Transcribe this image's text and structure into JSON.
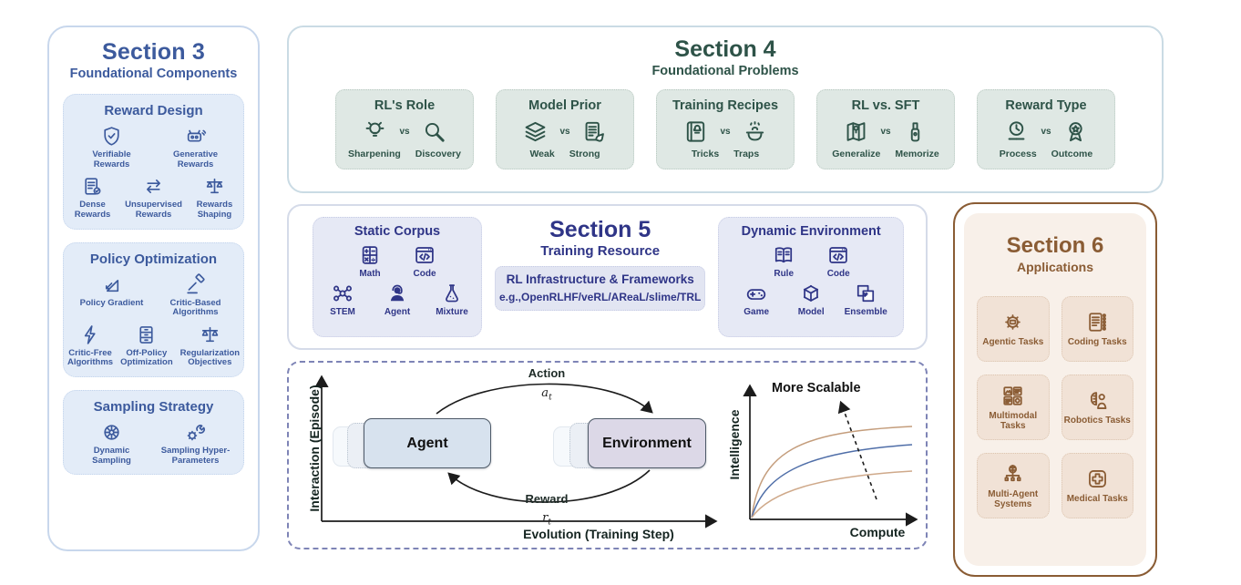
{
  "colors": {
    "section3_accent": "#3c5a9d",
    "section3_box_bg": "#e3ecf8",
    "section3_border": "#c8d7ec",
    "section4_accent": "#2e5348",
    "section4_card_bg": "#dfe8e4",
    "section4_border": "#cadbe4",
    "section5_accent": "#2f3587",
    "section5_box_bg": "#e6e9f5",
    "section5_border": "#d5dbe9",
    "section6_accent": "#8a5c34",
    "section6_inner_bg": "#f8f0e9",
    "section6_card_bg": "#f1e2d6",
    "dashed_border": "#7e84b6",
    "agent_box_bg": "#d7e2ee",
    "environment_box_bg": "#dcd8e7",
    "curve_top": "#c49d7c",
    "curve_middle": "#4f6ea8",
    "curve_bottom": "#cfa98a"
  },
  "s3": {
    "title": "Section 3",
    "subtitle": "Foundational Components",
    "groups": [
      {
        "title": "Reward Design",
        "rows": [
          [
            {
              "icon": "shield-check-icon",
              "label": "Verifiable Rewards"
            },
            {
              "icon": "robot-icon",
              "label": "Generative Rewards"
            }
          ],
          [
            {
              "icon": "doc-check-icon",
              "label": "Dense Rewards"
            },
            {
              "icon": "swap-arrows-icon",
              "label": "Unsupervised Rewards"
            },
            {
              "icon": "scales-icon",
              "label": "Rewards Shaping"
            }
          ]
        ]
      },
      {
        "title": "Policy Optimization",
        "rows": [
          [
            {
              "icon": "slope-arrow-icon",
              "label": "Policy Gradient"
            },
            {
              "icon": "gavel-icon",
              "label": "Critic-Based Algorithms"
            }
          ],
          [
            {
              "icon": "bolt-icon",
              "label": "Critic-Free Algorithms"
            },
            {
              "icon": "drawer-icon",
              "label": "Off-Policy Optimization"
            },
            {
              "icon": "scales-icon",
              "label": "Regularization Objectives"
            }
          ]
        ]
      },
      {
        "title": "Sampling Strategy",
        "rows": [
          [
            {
              "icon": "wheel-icon",
              "label": "Dynamic Sampling"
            },
            {
              "icon": "gear-wrench-icon",
              "label": "Sampling Hyper-Parameters"
            }
          ]
        ]
      }
    ]
  },
  "s4": {
    "title": "Section 4",
    "subtitle": "Foundational Problems",
    "vs": "vs",
    "cards": [
      {
        "title": "RL's Role",
        "left": {
          "icon": "bulb-icon",
          "label": "Sharpening"
        },
        "right": {
          "icon": "magnifier-icon",
          "label": "Discovery"
        }
      },
      {
        "title": "Model Prior",
        "left": {
          "icon": "layers-icon",
          "label": "Weak"
        },
        "right": {
          "icon": "doc-hand-icon",
          "label": "Strong"
        }
      },
      {
        "title": "Training Recipes",
        "left": {
          "icon": "recipe-book-icon",
          "label": "Tricks"
        },
        "right": {
          "icon": "pot-icon",
          "label": "Traps"
        }
      },
      {
        "title": "RL vs. SFT",
        "left": {
          "icon": "map-pin-icon",
          "label": "Generalize"
        },
        "right": {
          "icon": "usb-icon",
          "label": "Memorize"
        }
      },
      {
        "title": "Reward Type",
        "left": {
          "icon": "clock-timeline-icon",
          "label": "Process"
        },
        "right": {
          "icon": "medal-icon",
          "label": "Outcome"
        }
      }
    ]
  },
  "s5": {
    "title": "Section 5",
    "subtitle": "Training Resource",
    "static_corpus": {
      "title": "Static Corpus",
      "rows": [
        [
          {
            "icon": "calculator-icon",
            "label": "Math"
          },
          {
            "icon": "code-window-icon",
            "label": "Code"
          }
        ],
        [
          {
            "icon": "molecule-icon",
            "label": "STEM"
          },
          {
            "icon": "agent-person-icon",
            "label": "Agent"
          },
          {
            "icon": "flask-icon",
            "label": "Mixture"
          }
        ]
      ]
    },
    "infrastructure": {
      "title": "RL Infrastructure & Frameworks",
      "examples": "e.g.,OpenRLHF/veRL/AReaL/slime/TRL"
    },
    "dynamic_environment": {
      "title": "Dynamic Environment",
      "rows": [
        [
          {
            "icon": "open-book-icon",
            "label": "Rule"
          },
          {
            "icon": "code-window-icon",
            "label": "Code"
          }
        ],
        [
          {
            "icon": "gamepad-icon",
            "label": "Game"
          },
          {
            "icon": "cube-icon",
            "label": "Model"
          },
          {
            "icon": "overlap-squares-icon",
            "label": "Ensemble"
          }
        ]
      ]
    }
  },
  "loop": {
    "y_axis": "Interaction (Episode)",
    "x_axis": "Evolution (Training Step)",
    "agent": "Agent",
    "environment": "Environment",
    "top_arrow": {
      "label": "Action",
      "symbol_base": "a",
      "symbol_sub": "t"
    },
    "bottom_arrow": {
      "label": "Reward",
      "symbol_base": "r",
      "symbol_sub": "t"
    }
  },
  "chart_data": {
    "type": "line",
    "title": "More Scalable",
    "xlabel": "Compute",
    "ylabel": "Intelligence",
    "annotation": "More Scalable",
    "legend": false,
    "grid": false,
    "axis_style": "unlabeled conceptual axes with arrowheads",
    "x": [
      0,
      0.2,
      0.4,
      0.6,
      0.8,
      1.0
    ],
    "series": [
      {
        "name": "more scalable curve",
        "color": "#c49d7c",
        "values": [
          0,
          0.45,
          0.6,
          0.68,
          0.72,
          0.74
        ]
      },
      {
        "name": "baseline curve",
        "color": "#4f6ea8",
        "values": [
          0,
          0.33,
          0.46,
          0.53,
          0.58,
          0.6
        ]
      },
      {
        "name": "less scalable curve",
        "color": "#cfa98a",
        "values": [
          0,
          0.2,
          0.29,
          0.34,
          0.37,
          0.39
        ]
      }
    ],
    "annotation_arrow": "dashed arrow crossing curves pointing up-left"
  },
  "s6": {
    "title": "Section 6",
    "subtitle": "Applications",
    "cards": [
      {
        "icon": "robot-gear-icon",
        "label": "Agentic Tasks"
      },
      {
        "icon": "doc-chain-icon",
        "label": "Coding Tasks"
      },
      {
        "icon": "multimodal-grid-icon",
        "label": "Multimodal Tasks"
      },
      {
        "icon": "brain-person-icon",
        "label": "Robotics Tasks"
      },
      {
        "icon": "brain-tree-icon",
        "label": "Multi-Agent Systems"
      },
      {
        "icon": "medical-cross-icon",
        "label": "Medical Tasks"
      }
    ]
  }
}
